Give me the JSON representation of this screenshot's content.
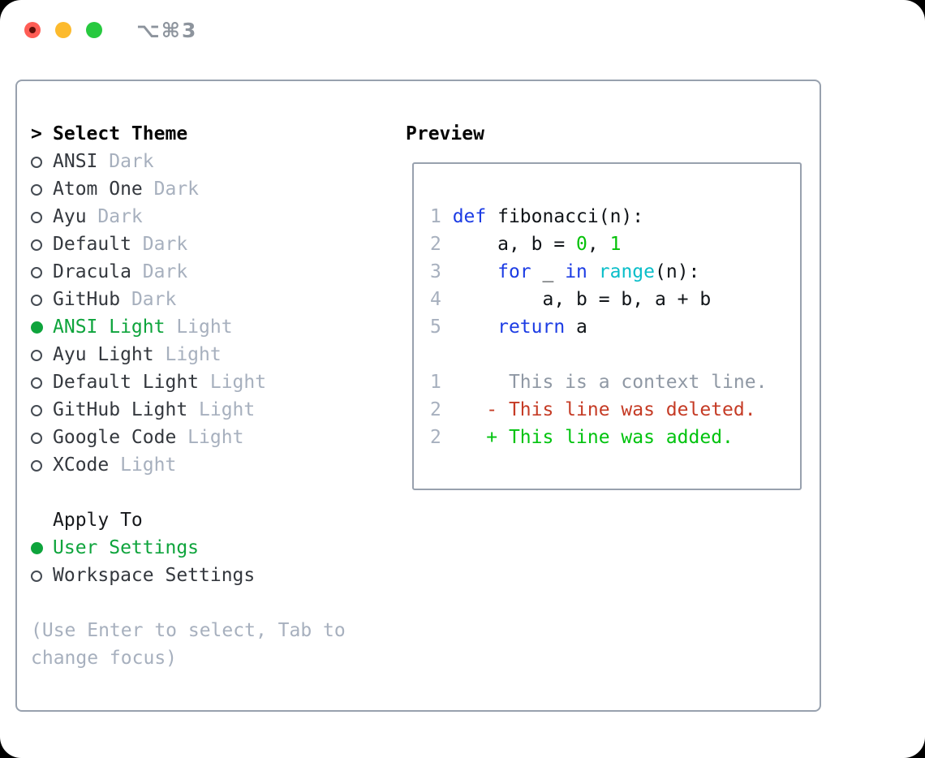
{
  "window": {
    "title": "⌥⌘3"
  },
  "theme_picker": {
    "prompt_marker": ">",
    "prompt": "Select Theme",
    "items": [
      {
        "name": "ANSI",
        "tag": "Dark",
        "selected": false
      },
      {
        "name": "Atom One",
        "tag": "Dark",
        "selected": false
      },
      {
        "name": "Ayu",
        "tag": "Dark",
        "selected": false
      },
      {
        "name": "Default",
        "tag": "Dark",
        "selected": false
      },
      {
        "name": "Dracula",
        "tag": "Dark",
        "selected": false
      },
      {
        "name": "GitHub",
        "tag": "Dark",
        "selected": false
      },
      {
        "name": "ANSI Light",
        "tag": "Light",
        "selected": true
      },
      {
        "name": "Ayu Light",
        "tag": "Light",
        "selected": false
      },
      {
        "name": "Default Light",
        "tag": "Light",
        "selected": false
      },
      {
        "name": "GitHub Light",
        "tag": "Light",
        "selected": false
      },
      {
        "name": "Google Code",
        "tag": "Light",
        "selected": false
      },
      {
        "name": "XCode",
        "tag": "Light",
        "selected": false
      }
    ],
    "apply_to": {
      "label": "Apply To",
      "options": [
        {
          "name": "User Settings",
          "selected": true
        },
        {
          "name": "Workspace Settings",
          "selected": false
        }
      ]
    },
    "hint_lines": [
      "(Use Enter to select, Tab to",
      "change focus)"
    ]
  },
  "preview": {
    "title": "Preview",
    "lines": [
      {
        "num": "1",
        "segs": [
          [
            "kw",
            "def"
          ],
          [
            "plain",
            " fibonacci(n):"
          ]
        ]
      },
      {
        "num": "2",
        "segs": [
          [
            "plain",
            "    a, b = "
          ],
          [
            "lit",
            "0"
          ],
          [
            "plain",
            ", "
          ],
          [
            "lit",
            "1"
          ]
        ]
      },
      {
        "num": "3",
        "segs": [
          [
            "plain",
            "    "
          ],
          [
            "kw",
            "for"
          ],
          [
            "plain",
            " _ "
          ],
          [
            "kw",
            "in"
          ],
          [
            "plain",
            " "
          ],
          [
            "fn",
            "range"
          ],
          [
            "plain",
            "(n):"
          ]
        ]
      },
      {
        "num": "4",
        "segs": [
          [
            "plain",
            "        a, b = b, a + b"
          ]
        ]
      },
      {
        "num": "5",
        "segs": [
          [
            "plain",
            "    "
          ],
          [
            "kw",
            "return"
          ],
          [
            "plain",
            " a"
          ]
        ]
      },
      {
        "num": "",
        "segs": []
      },
      {
        "num": "1",
        "segs": [
          [
            "ctx",
            "     This is a context line."
          ]
        ]
      },
      {
        "num": "2",
        "segs": [
          [
            "del",
            "   - This line was deleted."
          ]
        ]
      },
      {
        "num": "2",
        "segs": [
          [
            "add",
            "   + This line was added."
          ]
        ]
      }
    ]
  },
  "colors": {
    "background": "#ffffff",
    "panel_border": "#98a1ae",
    "text_dark": "#34383e",
    "text_black": "#101418",
    "muted": "#a7b0be",
    "context_gray": "#8f98a4",
    "selected_green": "#0ea43c",
    "added_green": "#00c30e",
    "literal_green": "#05c109",
    "deleted_red": "#c53b25",
    "keyword_blue": "#1c3ce4",
    "builtin_cyan": "#0abec9",
    "traffic_red": "#ff5d55",
    "traffic_yellow": "#fcba2d",
    "traffic_green": "#27c93f",
    "title_gray": "#8d949d"
  }
}
